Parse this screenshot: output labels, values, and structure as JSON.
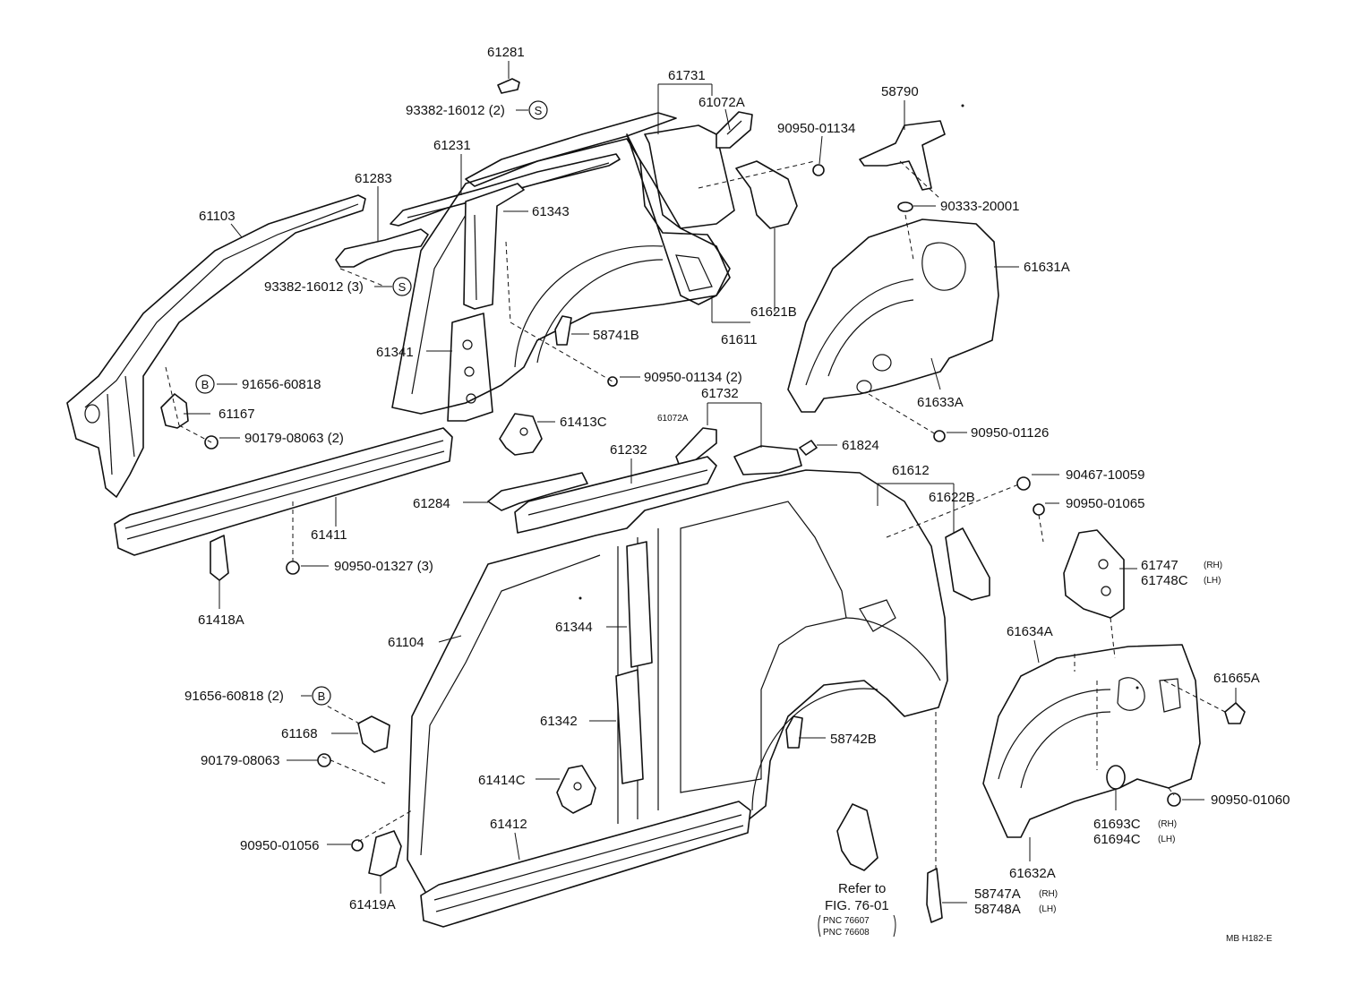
{
  "labels": {
    "p61281": "61281",
    "p93382a": "93382-16012 (2)",
    "p61731": "61731",
    "p61072A_top": "61072A",
    "p90950_01134": "90950-01134",
    "p58790": "58790",
    "p61231": "61231",
    "p61283": "61283",
    "p61343": "61343",
    "p90333": "90333-20001",
    "p61103": "61103",
    "p61631A": "61631A",
    "p93382b": "93382-16012 (3)",
    "p61621B": "61621B",
    "p61611": "61611",
    "p58741B": "58741B",
    "p61341": "61341",
    "p90950_01134_2": "90950-01134 (2)",
    "p91656a": "91656-60818",
    "p61732": "61732",
    "p61633A": "61633A",
    "p61167": "61167",
    "p61072A_mid": "61072A",
    "p61413C": "61413C",
    "p90179a": "90179-08063 (2)",
    "p90950_01126": "90950-01126",
    "p61824": "61824",
    "p61232": "61232",
    "p61612": "61612",
    "p90467": "90467-10059",
    "p61622B": "61622B",
    "p61284": "61284",
    "p90950_01065": "90950-01065",
    "p61411": "61411",
    "p90950_01327": "90950-01327 (3)",
    "p61747": "61747",
    "p61748C": "61748C",
    "p61418A": "61418A",
    "p61344": "61344",
    "p61634A": "61634A",
    "p61104": "61104",
    "p61665A": "61665A",
    "p91656b": "91656-60818 (2)",
    "p61342": "61342",
    "p61168": "61168",
    "p58742B": "58742B",
    "p90179b": "90179-08063",
    "p61414C": "61414C",
    "p90950_01060": "90950-01060",
    "p61693C": "61693C",
    "p61694C": "61694C",
    "p61412": "61412",
    "p90950_01056": "90950-01056",
    "p61632A": "61632A",
    "refer1": "Refer to",
    "refer2": "FIG. 76-01",
    "pnc1": "PNC 76607",
    "pnc2": "PNC 76608",
    "p58747A": "58747A",
    "p58748A": "58748A",
    "p61419A": "61419A",
    "rh": "(RH)",
    "lh": "(LH)",
    "code": "MB  H182-E"
  },
  "symbols": {
    "s": "S",
    "b": "B"
  }
}
